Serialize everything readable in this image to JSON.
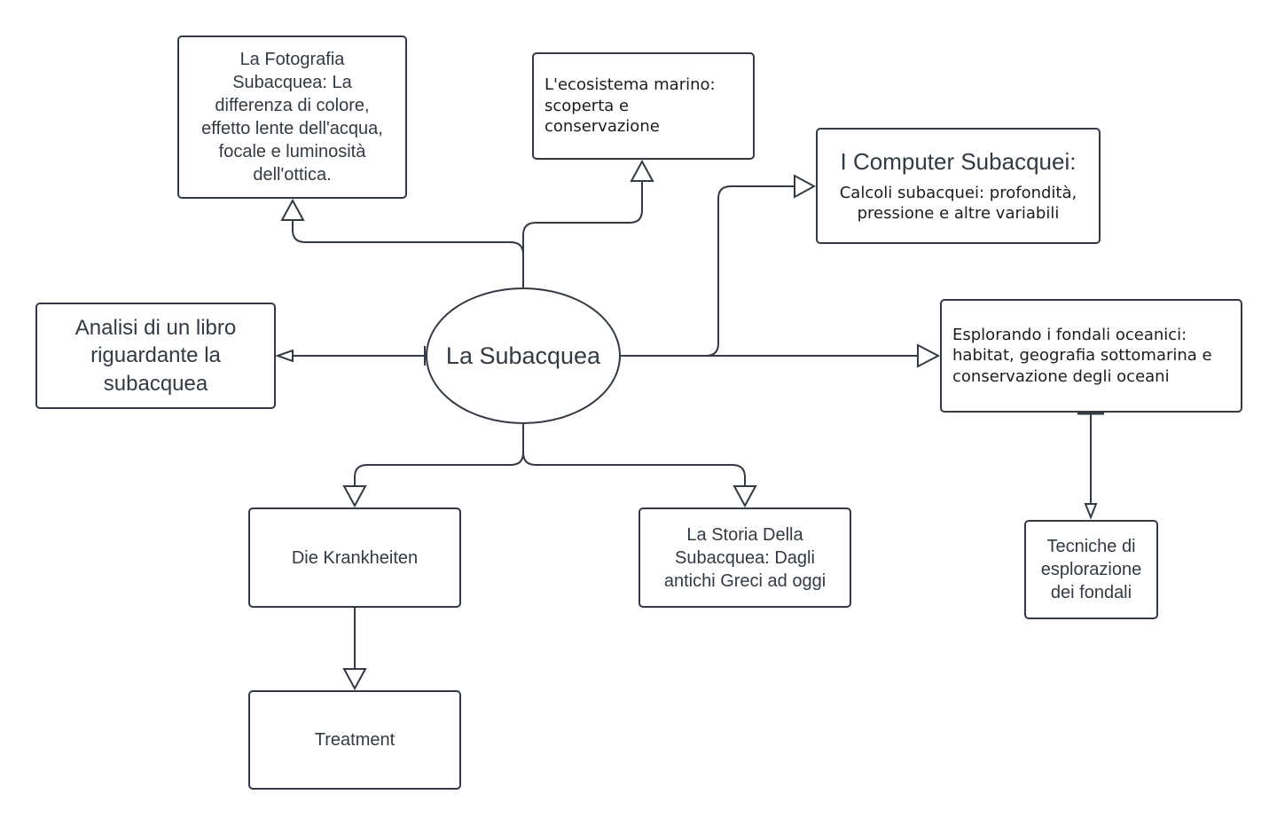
{
  "diagram": {
    "center": {
      "label": "La Subacquea"
    },
    "nodes": {
      "fotografia": {
        "label": "La Fotografia\nSubacquea: La\ndifferenza di colore,\neffetto lente dell'acqua,\nfocale e luminosità\ndell'ottica."
      },
      "ecosistema": {
        "label": "L'ecosistema marino:\nscoperta e\nconservazione"
      },
      "computer": {
        "title": "I Computer Subacquei:",
        "subtitle": "Calcoli subacquei: profondità,\npressione e altre variabili"
      },
      "analisi": {
        "label": "Analisi di un libro\nriguardante la\nsubacquea"
      },
      "esplorando": {
        "label": "Esplorando i fondali oceanici:\nhabitat, geografia sottomarina e\nconservazione degli oceani"
      },
      "krankheiten": {
        "label": "Die Krankheiten"
      },
      "storia": {
        "label": "La Storia Della\nSubacquea: Dagli\nantichi Greci ad oggi"
      },
      "tecniche": {
        "label": "Tecniche di\nesplorazione\ndei fondali"
      },
      "treatment": {
        "label": "Treatment"
      }
    },
    "edges": [
      {
        "from": "La Subacquea",
        "to": "La Fotografia Subacquea"
      },
      {
        "from": "La Subacquea",
        "to": "L'ecosistema marino"
      },
      {
        "from": "La Subacquea",
        "to": "I Computer Subacquei"
      },
      {
        "from": "La Subacquea",
        "to": "Analisi di un libro"
      },
      {
        "from": "La Subacquea",
        "to": "Esplorando i fondali oceanici"
      },
      {
        "from": "La Subacquea",
        "to": "Die Krankheiten"
      },
      {
        "from": "La Subacquea",
        "to": "La Storia Della Subacquea"
      },
      {
        "from": "Esplorando i fondali oceanici",
        "to": "Tecniche di esplorazione"
      },
      {
        "from": "Die Krankheiten",
        "to": "Treatment"
      }
    ],
    "stroke_color": "#333a42"
  }
}
